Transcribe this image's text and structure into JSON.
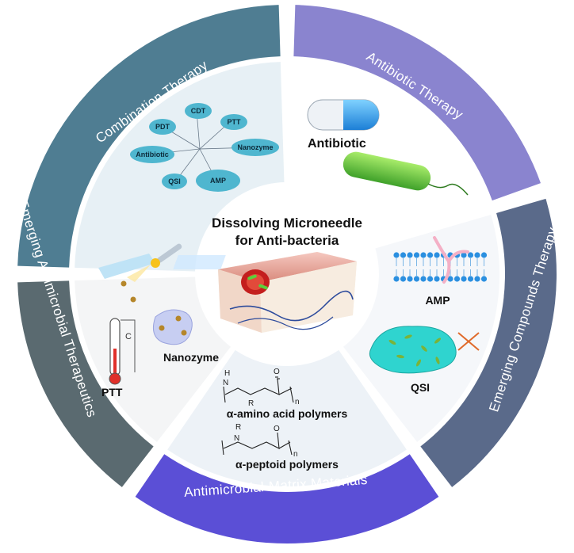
{
  "segments": {
    "combination": "Combination Therapy",
    "antibiotic": "Antibiotic Therapy",
    "emerging_compounds": "Emerging Compounds Therapy",
    "matrix": "Antimicrobial-Matrix Materials",
    "emerging_antimicrobial": "Emerging Antimicrobial Therapeutics"
  },
  "center": {
    "line1": "Dissolving Microneedle",
    "line2": "for Anti-bacteria"
  },
  "combination_nodes": {
    "cdt": "CDT",
    "pdt": "PDT",
    "ptt": "PTT",
    "nanozyme": "Nanozyme",
    "antibiotic": "Antibiotic",
    "qsi": "QSI",
    "amp": "AMP"
  },
  "antibiotic_therapy": {
    "label": "Antibiotic"
  },
  "emerging_compounds": {
    "amp": "AMP",
    "qsi": "QSI"
  },
  "matrix": {
    "poly1": "α-amino acid polymers",
    "poly2": "α-peptoid polymers",
    "atom_h": "H",
    "atom_n1": "N",
    "atom_r1": "R",
    "atom_o1": "O",
    "sub_n1": "n",
    "atom_r2": "R",
    "atom_n2": "N",
    "atom_o2": "O",
    "sub_n2": "n"
  },
  "emerging_antimicrobial": {
    "nanozyme": "Nanozyme",
    "ptt": "PTT",
    "thermo_unit": "C"
  },
  "colors": {
    "combination": "#4f7d92",
    "antibiotic": "#8a84cf",
    "emerging_compounds": "#5a6a8a",
    "matrix": "#5b4fd6",
    "emerging_antimicrobial": "#5a6a70",
    "node": "#4fb6cf"
  }
}
